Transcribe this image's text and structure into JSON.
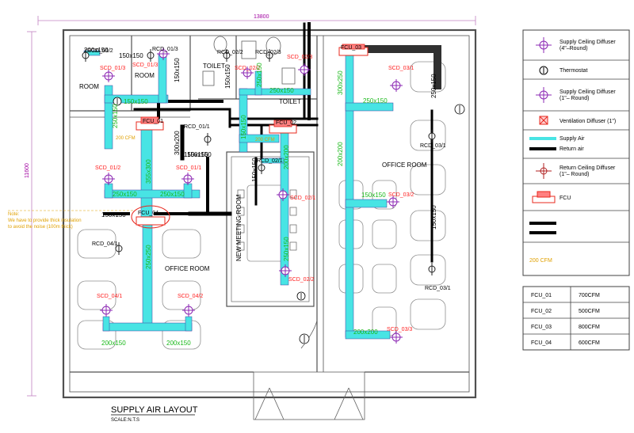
{
  "dims": {
    "width": "13800",
    "height": "11600"
  },
  "rooms": {
    "room1": "ROOM",
    "room2": "ROOM",
    "toilet1": "TOILET",
    "toilet2": "TOILET",
    "office_left": "OFFICE ROOM",
    "office_right": "OFFICE ROOM",
    "meeting": "NEW MEETING ROOM"
  },
  "units": {
    "fcu01": "FCU_01",
    "fcu02": "FCU_02",
    "fcu03": "FCU_03",
    "fcu04": "FCU_04"
  },
  "diffusers": {
    "rcd_01_2": "RCD_01/2",
    "rcd_01_3": "RCD_01/3",
    "rcd_01_1": "RCD_01/1",
    "rcd_02_2": "RCD_02/2",
    "rcd_02_3": "RCD_02/3",
    "rcd_02_1": "RCD_02/1",
    "rcd_03_1": "RCD_03/1",
    "rcd_03_1b": "RCD_03/1",
    "rcd_04_1": "RCD_04/1",
    "scd_01_3": "SCD_01/3",
    "scd_01_3b": "SCD_01/3",
    "scd_01_2": "SCD_01/2",
    "scd_01_1": "SCD_01/1",
    "scd_02_2": "SCD_02/2",
    "scd_02_3": "SCD_02/3",
    "scd_02_1": "SCD_02/1",
    "scd_02_2b": "SCD_02/2",
    "scd_03_1": "SCD_03/1",
    "scd_03_2": "SCD_03/2",
    "scd_03_3": "SCD_03/3",
    "scd_04_1": "SCD_04/1",
    "scd_04_2": "SCD_04/2"
  },
  "ducts": {
    "d1": "150x150",
    "d2": "150x150",
    "d3": "150x150",
    "d4": "150x150",
    "d5": "150x150",
    "d6": "150x150",
    "d7": "150x150",
    "d8": "250x150",
    "d9": "355x300",
    "d10": "250x150",
    "d11": "250x150",
    "d12": "250x250",
    "d13": "200x150",
    "d14": "200x150",
    "d15": "300x200",
    "d16": "150x150",
    "d17": "250x150",
    "d18": "200x200",
    "d19": "300x250",
    "d20": "250x150",
    "d21": "200x200",
    "d22": "250x150",
    "d23": "150x150",
    "d24": "150x150",
    "d25": "200x200",
    "d26": "250x150",
    "d27": "250x150",
    "d28": "200x150",
    "d29": "150x150"
  },
  "cfm_tags": {
    "c1": "200 CFM",
    "c2": "200 CFM"
  },
  "note": {
    "line1": "Note:",
    "line2": "We have to provide thick insulation",
    "line3": "to avoid the noise (100m thick)"
  },
  "title": {
    "main": "SUPPLY AIR LAYOUT",
    "scale": "SCALE:N.T.S"
  },
  "legend": {
    "supply_ceiling_l1": "Supply Ceiling Diffuser",
    "supply_ceiling_l2": "(4\"–Round)",
    "thermostat": "Thermostat",
    "supply_ceiling_small_l1": "Supply Ceiling Diffuser",
    "supply_ceiling_small_l2": "(1\"– Round)",
    "ventilation": "Ventilation Diffuser (1\")",
    "supply_air": "Supply Air",
    "return_air": "Return air",
    "return_ceiling_l1": "Return Ceiling Diffuser",
    "return_ceiling_l2": "(1\"– Round)",
    "fcu": "FCU",
    "cfm": "200 CFM"
  },
  "fcu_table": [
    {
      "unit": "FCU_01",
      "cfm": "700CFM"
    },
    {
      "unit": "FCU_02",
      "cfm": "500CFM"
    },
    {
      "unit": "FCU_03",
      "cfm": "800CFM"
    },
    {
      "unit": "FCU_04",
      "cfm": "600CFM"
    }
  ],
  "colors": {
    "supply": "#48e4e4",
    "return": "#000000",
    "fcu": "#e8281e",
    "diffuser": "#8c28b4",
    "dimension": "#c020c0",
    "label": "#ff2020",
    "duct_text": "#18b818",
    "cfm_text": "#e0a000",
    "wall": "#505050"
  }
}
